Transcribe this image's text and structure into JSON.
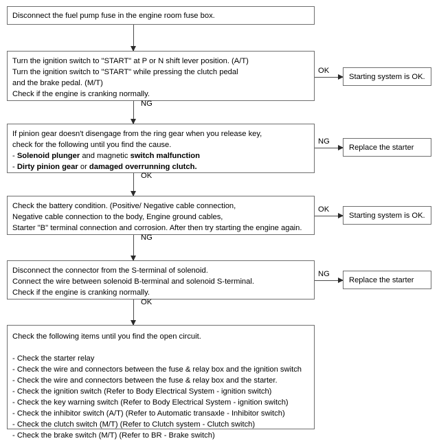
{
  "diagram": {
    "title": "Starting system troubleshooting flowchart",
    "colors": {
      "box_border": "#6e6e6e",
      "connector": "#4a4a4a",
      "arrowhead": "#2b2b2b",
      "background": "#ffffff",
      "text": "#000000"
    },
    "steps": [
      {
        "id": "step-1",
        "lines": [
          {
            "text": "Disconnect the fuel pump fuse in the engine room fuse box."
          }
        ]
      },
      {
        "id": "step-2",
        "lines": [
          {
            "text": "Turn the ignition switch to \"START\" at P or N shift lever position. (A/T)"
          },
          {
            "text": "Turn the ignition switch to \"START\" while pressing the clutch pedal"
          },
          {
            "text": "and the brake pedal. (M/T)"
          },
          {
            "text": "Check if the engine is cranking normally."
          }
        ]
      },
      {
        "id": "step-3",
        "lines": [
          {
            "text": "If pinion gear doesn't disengage from the ring gear when you release key,"
          },
          {
            "text": "check for the following until you find the cause."
          },
          {
            "segments": [
              {
                "text": "- ",
                "bold": false
              },
              {
                "text": "Solenoid plunger",
                "bold": true
              },
              {
                "text": " and magnetic ",
                "bold": false
              },
              {
                "text": "switch malfunction",
                "bold": true
              }
            ]
          },
          {
            "segments": [
              {
                "text": "- ",
                "bold": false
              },
              {
                "text": "Dirty pinion gear",
                "bold": true
              },
              {
                "text": " or ",
                "bold": false
              },
              {
                "text": "damaged overrunning clutch.",
                "bold": true
              }
            ]
          }
        ]
      },
      {
        "id": "step-4",
        "lines": [
          {
            "text": "Check the battery condition. (Positive/ Negative cable connection,"
          },
          {
            "text": "Negative cable connection to the body, Engine ground cables,"
          },
          {
            "text": "Starter \"B\" terminal connection and corrosion. After then try starting the engine again."
          }
        ]
      },
      {
        "id": "step-5",
        "lines": [
          {
            "text": "Disconnect the connector from the S-terminal of solenoid."
          },
          {
            "text": "Connect the wire between solenoid B-terminal and solenoid S-terminal."
          },
          {
            "text": "Check if the engine is cranking normally."
          }
        ]
      },
      {
        "id": "step-6",
        "lines": [
          {
            "text": "Check the following items until you find the open circuit."
          },
          {
            "text": ""
          },
          {
            "text": "- Check the starter relay"
          },
          {
            "text": "- Check the wire and connectors between the fuse & relay box and the ignition switch"
          },
          {
            "text": "- Check the wire and connectors between the fuse & relay box and the starter."
          },
          {
            "text": "- Check the ignition switch (Refer to Body Electrical System - ignition switch)"
          },
          {
            "text": "- Check the key warning switch (Refer to Body Electrical System - ignition switch)"
          },
          {
            "text": "- Check the inhibitor switch (A/T) (Refer to Automatic transaxle - Inhibitor switch)"
          },
          {
            "text": "- Check the clutch switch (M/T) (Refer to Clutch system - Clutch switch)"
          },
          {
            "text": "- Check the brake switch (M/T) (Refer to BR - Brake switch)"
          }
        ]
      }
    ],
    "results": [
      {
        "id": "result-1",
        "label": "Starting system is OK."
      },
      {
        "id": "result-2",
        "label": "Replace the starter"
      },
      {
        "id": "result-3",
        "label": "Starting system is OK."
      },
      {
        "id": "result-4",
        "label": "Replace the starter"
      }
    ],
    "vertical_connectors": [
      {
        "id": "conn-1-2",
        "label": ""
      },
      {
        "id": "conn-2-3",
        "label": "NG"
      },
      {
        "id": "conn-3-4",
        "label": "OK"
      },
      {
        "id": "conn-4-5",
        "label": "NG"
      },
      {
        "id": "conn-5-6",
        "label": "OK"
      }
    ],
    "horizontal_connectors": [
      {
        "id": "branch-2-ok",
        "label": "OK"
      },
      {
        "id": "branch-3-ng",
        "label": "NG"
      },
      {
        "id": "branch-4-ok",
        "label": "OK"
      },
      {
        "id": "branch-5-ng",
        "label": "NG"
      }
    ]
  }
}
